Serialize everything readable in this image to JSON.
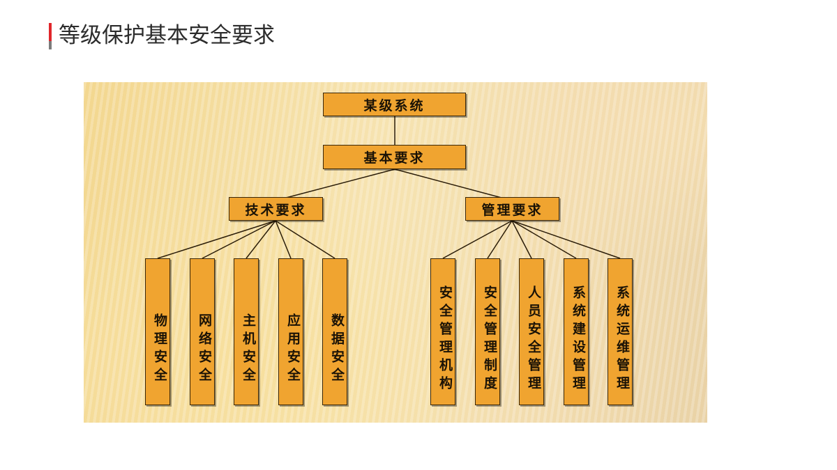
{
  "title": "等级保护基本安全要求",
  "diagram": {
    "root": "某级系统",
    "basic": "基本要求",
    "tech": {
      "label": "技术要求",
      "children": [
        "物理安全",
        "网络安全",
        "主机安全",
        "应用安全",
        "数据安全"
      ]
    },
    "mgmt": {
      "label": "管理要求",
      "children": [
        "安全管理机构",
        "安全管理制度",
        "人员安全管理",
        "系统建设管理",
        "系统运维管理"
      ]
    }
  },
  "colors": {
    "box_fill": "#f0a430",
    "box_border": "#3a2608",
    "accent_red": "#e0262b"
  }
}
